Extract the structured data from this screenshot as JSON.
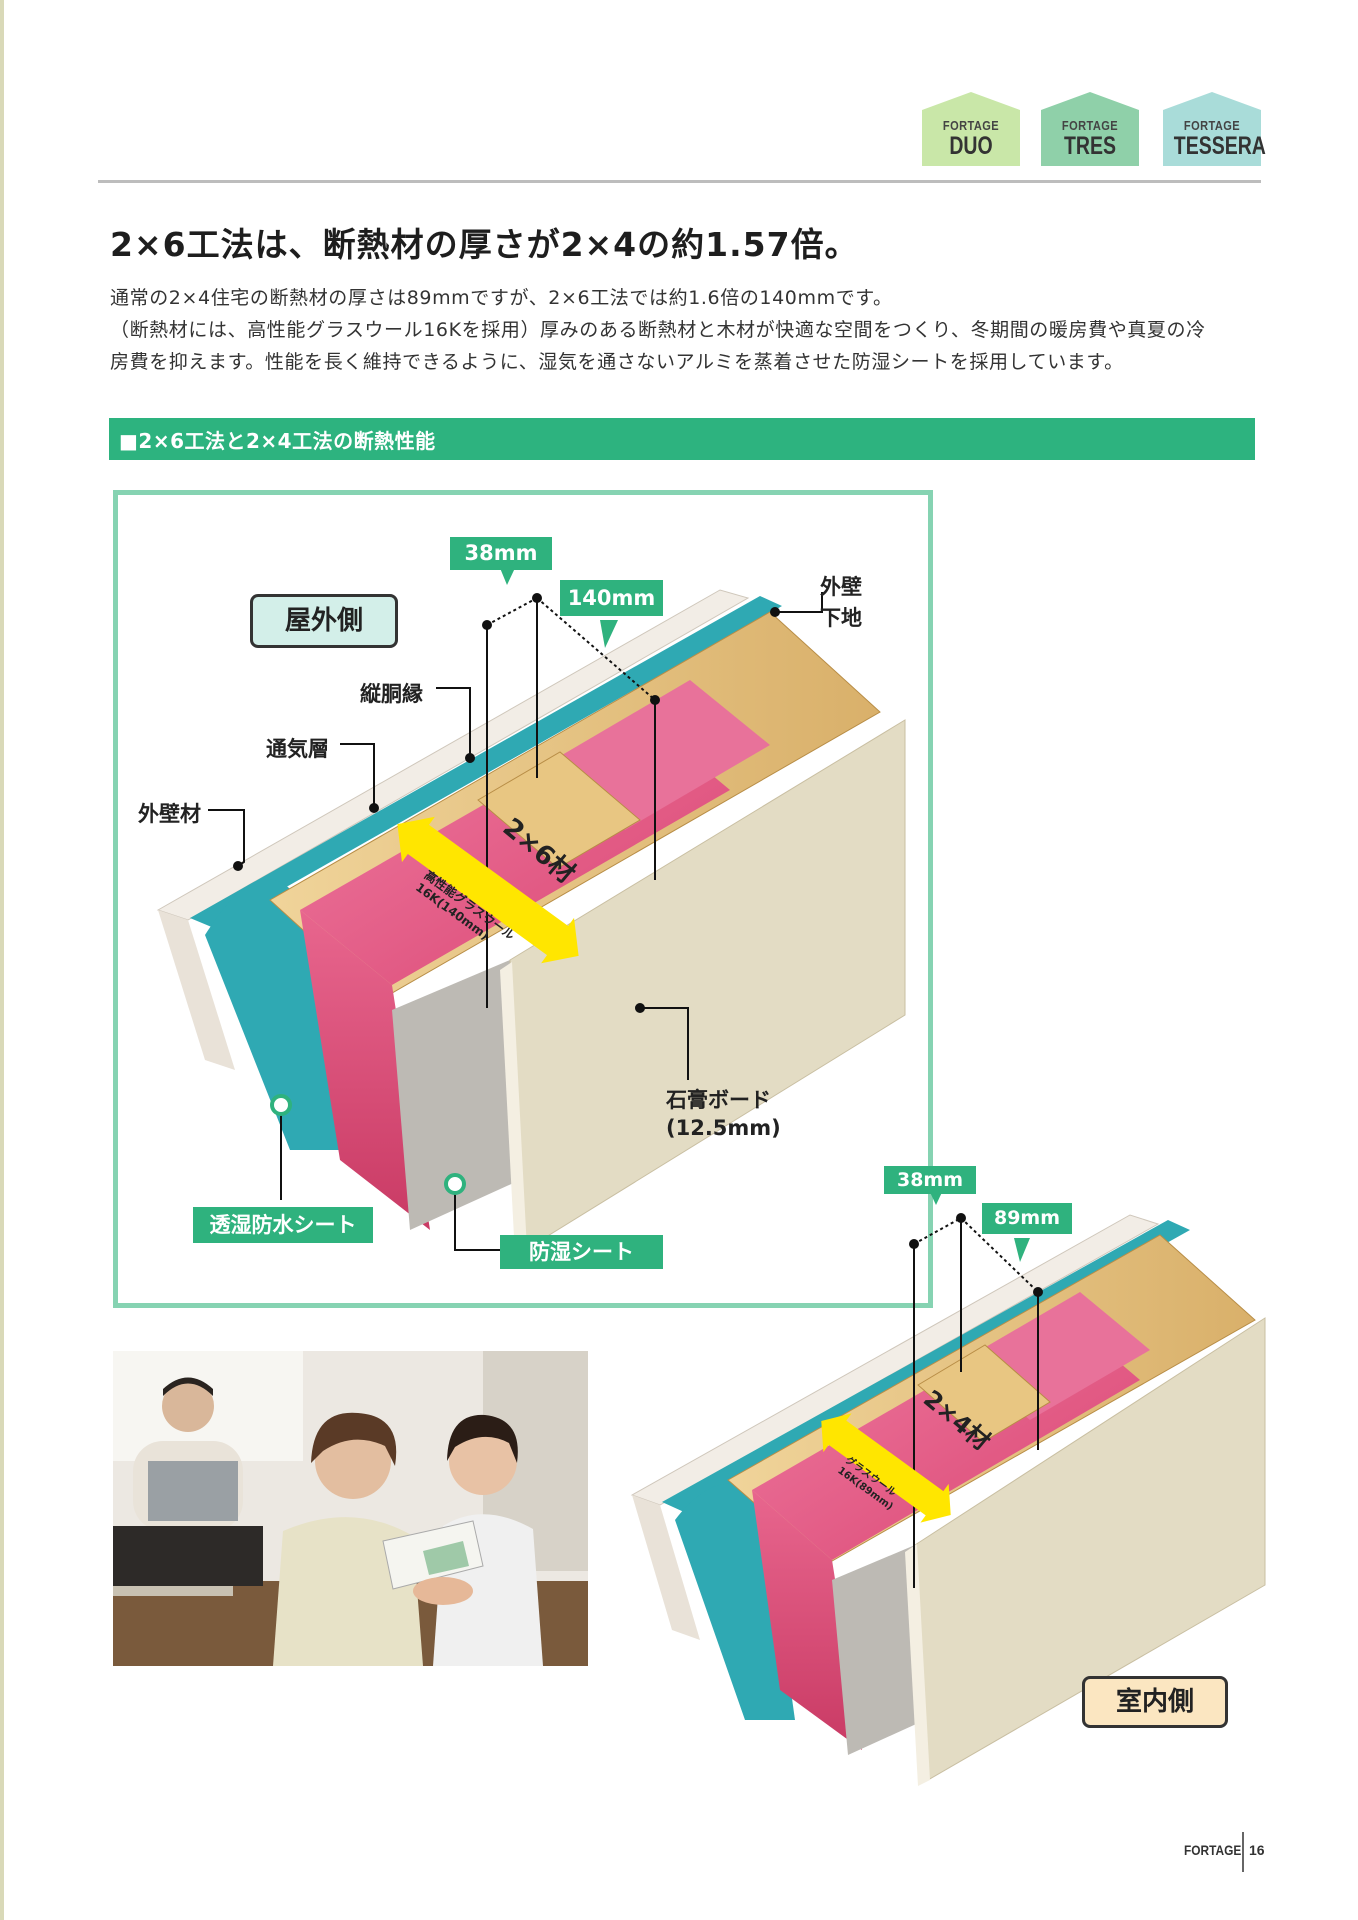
{
  "badges": [
    {
      "sub": "FORTAGE",
      "main": "DUO",
      "color": "#c9e7a8"
    },
    {
      "sub": "FORTAGE",
      "main": "TRES",
      "color": "#8fd0a9"
    },
    {
      "sub": "FORTAGE",
      "main": "TESSERA",
      "color": "#a9dcd9"
    }
  ],
  "headline": "2×6工法は、断熱材の厚さが2×4の約1.57倍。",
  "body_lines": [
    "通常の2×4住宅の断熱材の厚さは89mmですが、2×6工法では約1.6倍の140mmです。",
    "（断熱材には、高性能グラスウール16Kを採用）厚みのある断熱材と木材が快適な空間をつくり、冬期間の暖房費や真夏の冷",
    "房費を抑えます。性能を長く維持できるように、湿気を通さないアルミを蒸着させた防湿シートを採用しています。"
  ],
  "section_title": "■2×6工法と2×4工法の断熱性能",
  "diagram": {
    "outside_label": "屋外側",
    "inside_label": "室内側",
    "labels": {
      "exterior_wall_material": "外壁材",
      "vent_layer": "通気層",
      "furring_strip": "縦胴縁",
      "exterior_base_line1": "外壁",
      "exterior_base_line2": "下地",
      "gypsum_line1": "石膏ボード",
      "gypsum_line2": "(12.5mm)",
      "breathable_sheet": "透湿防水シート",
      "vapor_barrier": "防湿シート"
    },
    "wall_2x6": {
      "stud_dim": "38mm",
      "insulation_dim": "140mm",
      "stud_label": "2×6材",
      "arrow_line1": "高性能グラスウール",
      "arrow_line2": "16K(140mm)"
    },
    "wall_2x4": {
      "stud_dim": "38mm",
      "insulation_dim": "89mm",
      "stud_label": "2×4材",
      "arrow_line1": "グラスウール",
      "arrow_line2": "16K(89mm)"
    }
  },
  "colors": {
    "accent_green": "#2db37f",
    "frame_green": "#86d3b2",
    "insulation_pink": "#e0557f",
    "timber": "#e6c98c",
    "gypsum": "#e3dcc4",
    "teal_sheet": "#2fa9b3",
    "arrow_yellow": "#ffe600"
  },
  "footer": {
    "brand": "FORTAGE",
    "page": "16"
  }
}
